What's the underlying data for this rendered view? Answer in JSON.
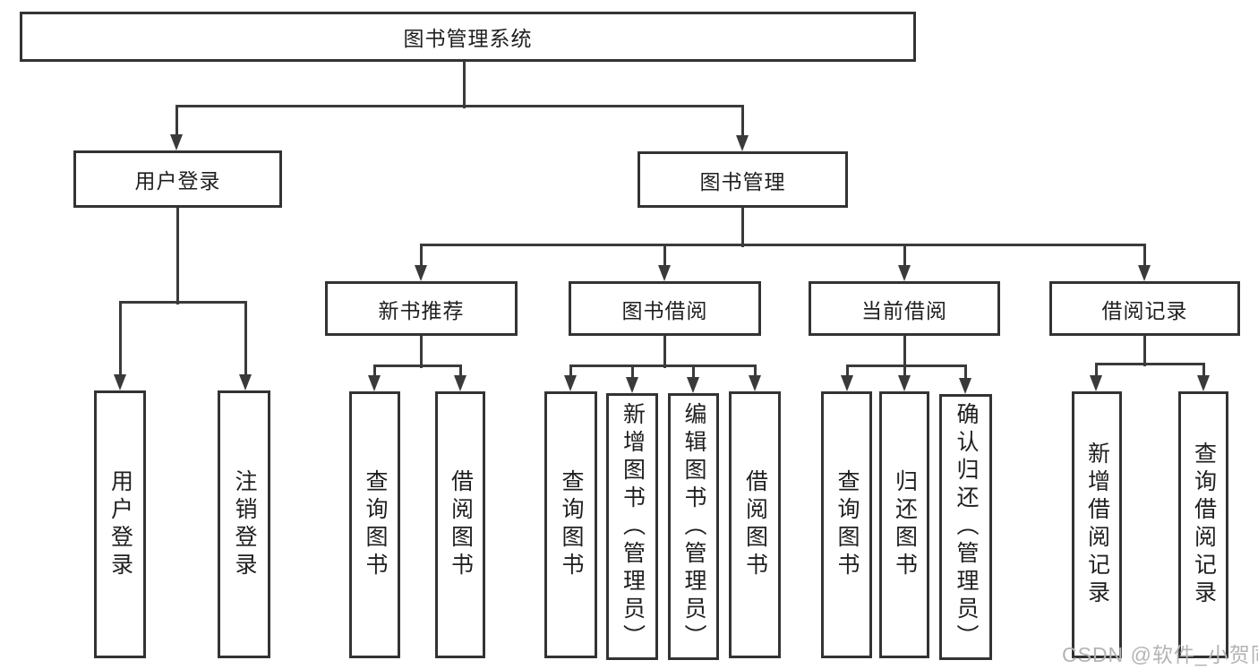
{
  "diagram": {
    "title": "图书管理系统",
    "watermark": "CSDN @软件_小贺同学",
    "colors": {
      "line": "#3a3a3a",
      "box_border": "#333333",
      "text": "#1f1f1f",
      "background": "#ffffff",
      "watermark": "#b4b4b4"
    },
    "nodes": [
      {
        "id": "root",
        "label": "图书管理系统",
        "level": 0,
        "parent": null
      },
      {
        "id": "user-login",
        "label": "用户登录",
        "level": 1,
        "parent": "root"
      },
      {
        "id": "book-mgmt",
        "label": "图书管理",
        "level": 1,
        "parent": "root"
      },
      {
        "id": "new-book-rec",
        "label": "新书推荐",
        "level": 2,
        "parent": "book-mgmt"
      },
      {
        "id": "book-borrow",
        "label": "图书借阅",
        "level": 2,
        "parent": "book-mgmt"
      },
      {
        "id": "current-borrow",
        "label": "当前借阅",
        "level": 2,
        "parent": "book-mgmt"
      },
      {
        "id": "borrow-records",
        "label": "借阅记录",
        "level": 2,
        "parent": "book-mgmt"
      },
      {
        "id": "user-login-leaf",
        "label": "用户登录",
        "level": 3,
        "parent": "user-login"
      },
      {
        "id": "logout-leaf",
        "label": "注销登录",
        "level": 3,
        "parent": "user-login"
      },
      {
        "id": "query-books-1",
        "label": "查询图书",
        "level": 3,
        "parent": "new-book-rec"
      },
      {
        "id": "borrow-books-1",
        "label": "借阅图书",
        "level": 3,
        "parent": "new-book-rec"
      },
      {
        "id": "query-books-2",
        "label": "查询图书",
        "level": 3,
        "parent": "book-borrow"
      },
      {
        "id": "add-books",
        "label": "新增图书（管理员）",
        "level": 3,
        "parent": "book-borrow"
      },
      {
        "id": "edit-books",
        "label": "编辑图书（管理员）",
        "level": 3,
        "parent": "book-borrow"
      },
      {
        "id": "borrow-books-2",
        "label": "借阅图书",
        "level": 3,
        "parent": "book-borrow"
      },
      {
        "id": "query-books-3",
        "label": "查询图书",
        "level": 3,
        "parent": "current-borrow"
      },
      {
        "id": "return-books",
        "label": "归还图书",
        "level": 3,
        "parent": "current-borrow"
      },
      {
        "id": "confirm-return",
        "label": "确认归还（管理员）",
        "level": 3,
        "parent": "current-borrow"
      },
      {
        "id": "add-borrow-record",
        "label": "新增借阅记录",
        "level": 3,
        "parent": "borrow-records"
      },
      {
        "id": "query-borrow-record",
        "label": "查询借阅记录",
        "level": 3,
        "parent": "borrow-records"
      }
    ]
  }
}
